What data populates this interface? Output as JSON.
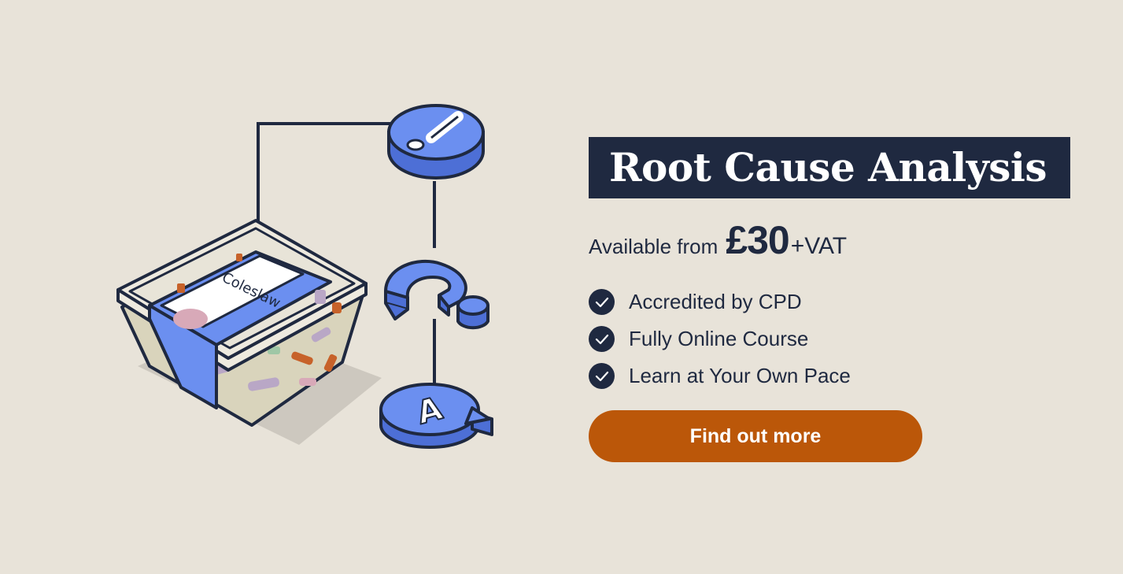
{
  "heading": {
    "title": "Root Cause Analysis"
  },
  "pricing": {
    "prefix": "Available from",
    "amount": "£30",
    "suffix": "+VAT"
  },
  "features": [
    {
      "label": "Accredited by CPD"
    },
    {
      "label": "Fully Online Course"
    },
    {
      "label": "Learn at Your Own Pace"
    }
  ],
  "cta": {
    "label": "Find out more"
  },
  "illustration": {
    "label_text": "Coleslaw",
    "answer_letter": "A",
    "icons": [
      "food-container-illustration",
      "exclamation-icon",
      "question-mark-icon",
      "answer-bubble-icon"
    ]
  },
  "colors": {
    "background": "#e8e3d9",
    "navy": "#1f2940",
    "accent_blue": "#6b8ff0",
    "cta_orange": "#bb5709"
  }
}
